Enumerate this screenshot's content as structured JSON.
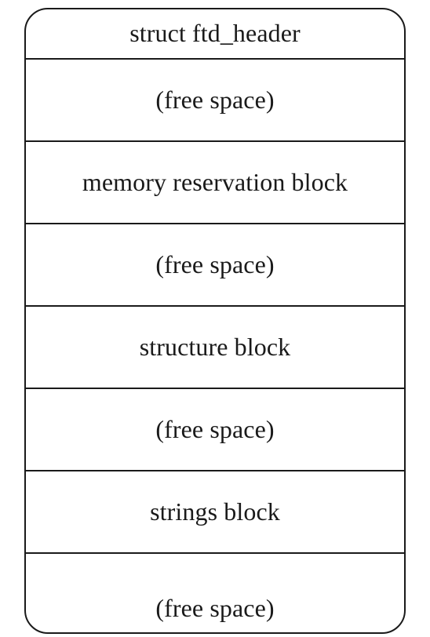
{
  "diagram": {
    "blocks": [
      {
        "label": "struct ftd_header"
      },
      {
        "label": "(free space)"
      },
      {
        "label": "memory reservation block"
      },
      {
        "label": "(free space)"
      },
      {
        "label": "structure block"
      },
      {
        "label": "(free space)"
      },
      {
        "label": "strings block"
      },
      {
        "label": "(free space)"
      }
    ]
  }
}
